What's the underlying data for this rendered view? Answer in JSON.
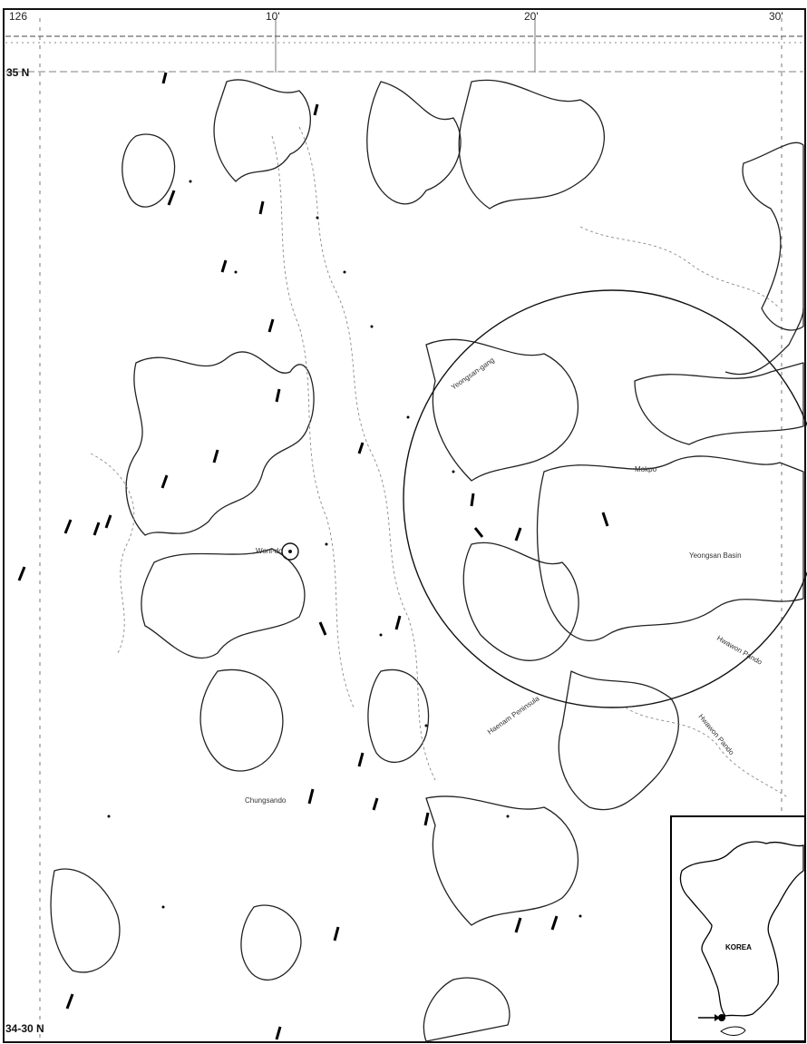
{
  "map": {
    "longitude_labels": [
      "126",
      "10'",
      "20'",
      "30'"
    ],
    "latitude_labels": [
      "35 N",
      "34-30 N"
    ],
    "place_names": [
      "Woni-do",
      "Chungsando",
      "Yeongsan-gang",
      "Haenam Peninsula",
      "Mokpo",
      "Yeongsan Basin",
      "Hwawon Pando",
      "Hwawon Pando"
    ],
    "inset": {
      "label": "KOREA"
    },
    "station_count_hint": "marked stations (black markers)"
  }
}
